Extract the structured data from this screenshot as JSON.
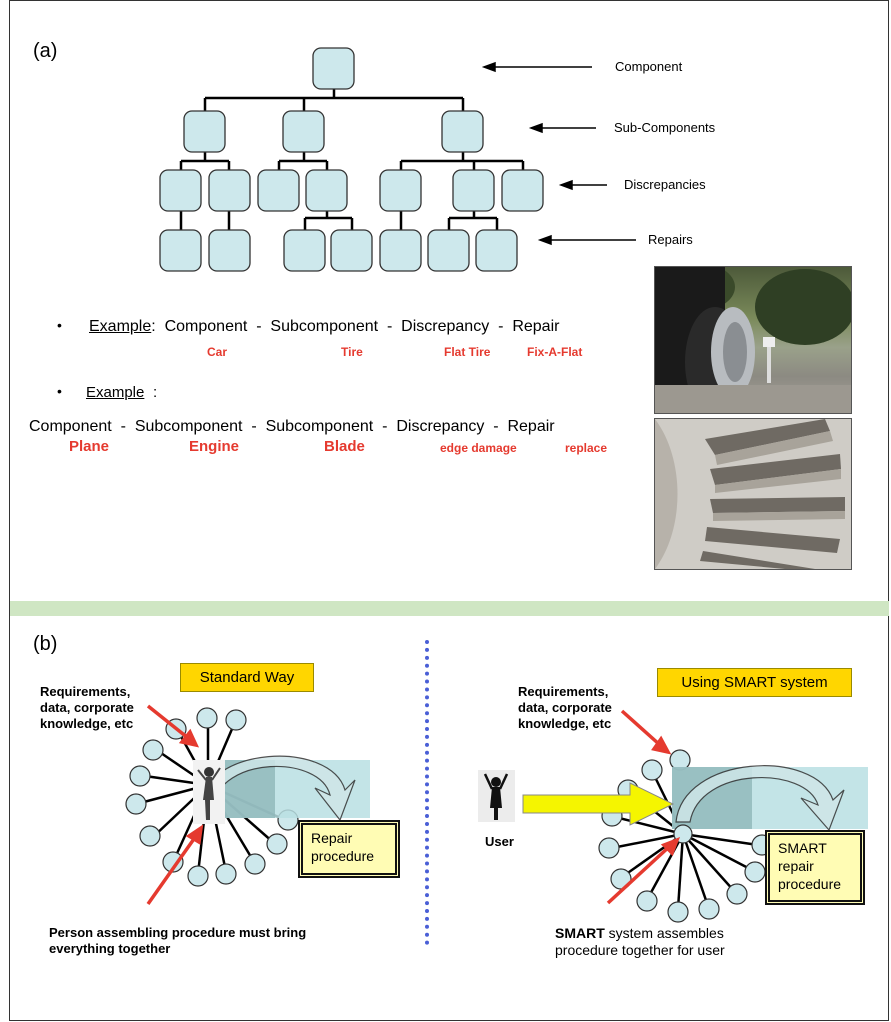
{
  "panel_a": {
    "label": "(a)",
    "levels": {
      "component": "Component",
      "sub_components": "Sub-Components",
      "discrepancies": "Discrepancies",
      "repairs": "Repairs"
    },
    "example1": {
      "bullet": "•",
      "lead": "Example",
      "chain": [
        "Component",
        "Subcomponent",
        "Discrepancy",
        "Repair"
      ],
      "values": [
        "Car",
        "Tire",
        "Flat Tire",
        "Fix-A-Flat"
      ]
    },
    "example2": {
      "bullet": "•",
      "lead": "Example",
      "chain": [
        "Component",
        "Subcomponent",
        "Subcomponent",
        "Discrepancy",
        "Repair"
      ],
      "values": [
        "Plane",
        "Engine",
        "Blade",
        "edge damage",
        "replace"
      ]
    },
    "colors": {
      "node_fill": "#cde8ec",
      "example_red": "#e53a2f"
    }
  },
  "panel_b": {
    "label": "(b)",
    "standard": {
      "title": "Standard Way",
      "inputs": "Requirements, data, corporate knowledge, etc",
      "procedure": "Repair procedure",
      "caption": "Person assembling procedure must bring everything together"
    },
    "smart": {
      "title": "Using SMART system",
      "inputs": "Requirements, data, corporate knowledge, etc",
      "procedure": "SMART repair procedure",
      "user": "User",
      "caption_bold": "SMART",
      "caption_rest": "system assembles procedure together for user"
    },
    "colors": {
      "title_box": "#ffd600",
      "procedure_box": "#fffcb4",
      "arrow_red": "#e53a2f",
      "user_arrow": "#f5f500",
      "divider": "#4a5fd6"
    }
  }
}
